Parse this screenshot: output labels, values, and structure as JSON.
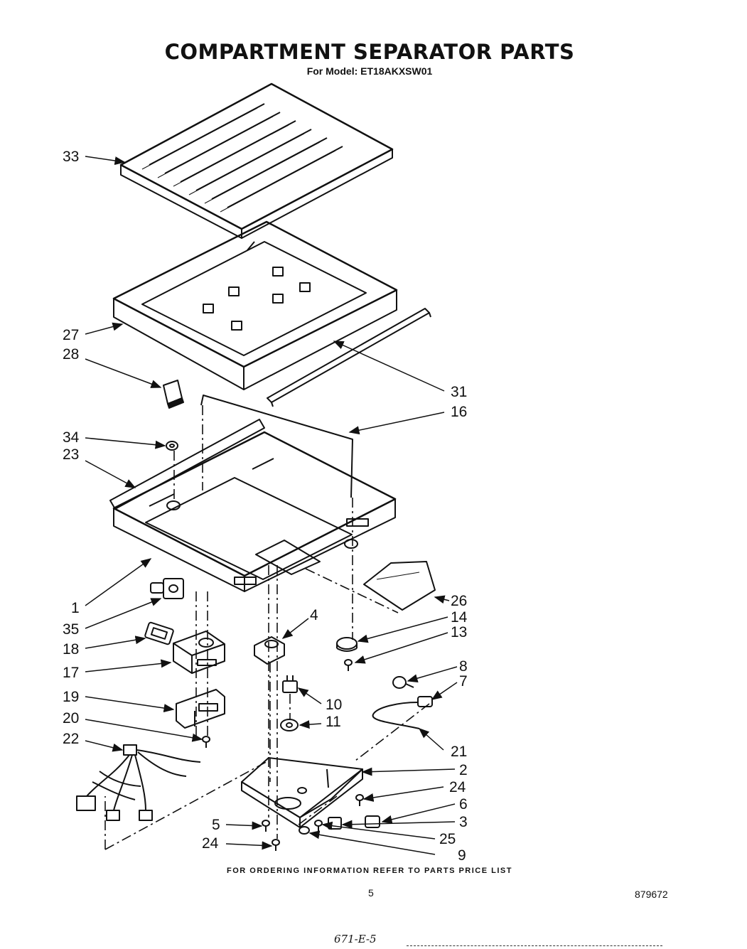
{
  "title": "COMPARTMENT SEPARATOR PARTS",
  "model_line": "For Model: ET18AKXSW01",
  "footer_note": "FOR ORDERING INFORMATION REFER TO PARTS PRICE LIST",
  "page_number": "5",
  "document_number": "879672",
  "handwritten_note": "671-E-5",
  "callouts": {
    "c1": "1",
    "c2": "2",
    "c3": "3",
    "c4": "4",
    "c5": "5",
    "c6": "6",
    "c7": "7",
    "c8": "8",
    "c9": "9",
    "c10": "10",
    "c11": "11",
    "c13": "13",
    "c14": "14",
    "c16": "16",
    "c17": "17",
    "c18": "18",
    "c19": "19",
    "c20": "20",
    "c21": "21",
    "c22": "22",
    "c23": "23",
    "c24a": "24",
    "c24b": "24",
    "c25": "25",
    "c26": "26",
    "c27": "27",
    "c28": "28",
    "c31": "31",
    "c33": "33",
    "c34": "34",
    "c35": "35"
  }
}
